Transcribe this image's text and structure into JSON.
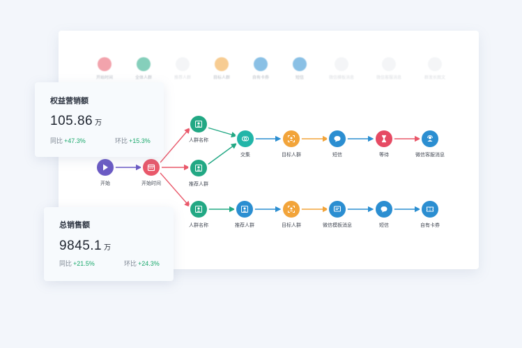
{
  "palette": [
    {
      "label": "开始时间",
      "color": "#e9586a",
      "icon": "calendar-icon"
    },
    {
      "label": "全体人群",
      "color": "#22a884",
      "icon": "user-icon"
    },
    {
      "label": "推荐人群",
      "color": "#cfd5dc",
      "icon": "user-icon"
    },
    {
      "label": "目标人群",
      "color": "#f2a43a",
      "icon": "target-icon"
    },
    {
      "label": "自有卡券",
      "color": "#2b8ed1",
      "icon": "ticket-icon"
    },
    {
      "label": "短信",
      "color": "#2b8ed1",
      "icon": "chat-icon"
    },
    {
      "label": "微信模板消息",
      "color": "#cfd5dc",
      "icon": "template-icon"
    },
    {
      "label": "微信客服消息",
      "color": "#cfd5dc",
      "icon": "service-icon"
    },
    {
      "label": "群发长图文",
      "color": "#cfd5dc",
      "icon": "article-icon"
    }
  ],
  "flow": {
    "start": {
      "label": "开始",
      "color": "#6b5bc4"
    },
    "start_time": {
      "label": "开始时间",
      "color": "#e9586a"
    },
    "top_crowd": {
      "label": "人群名称",
      "color": "#22a884"
    },
    "mid_crowd": {
      "label": "推荐人群",
      "color": "#22a884"
    },
    "intersect": {
      "label": "交集",
      "color": "#22b5a8"
    },
    "target_top": {
      "label": "目标人群",
      "color": "#f2a43a"
    },
    "sms_top": {
      "label": "短信",
      "color": "#2b8ed1"
    },
    "wait": {
      "label": "等待",
      "color": "#e64a63"
    },
    "wechat_service": {
      "label": "微信客服消息",
      "color": "#2b8ed1"
    },
    "bottom_crowd": {
      "label": "人群名称",
      "color": "#22a884"
    },
    "recommend_bottom": {
      "label": "推荐人群",
      "color": "#2b8ed1"
    },
    "target_bottom": {
      "label": "目标人群",
      "color": "#f2a43a"
    },
    "wechat_template": {
      "label": "微信模板消息",
      "color": "#2b8ed1"
    },
    "sms_bottom": {
      "label": "短信",
      "color": "#2b8ed1"
    },
    "coupon": {
      "label": "自有卡券",
      "color": "#2b8ed1"
    }
  },
  "metric1": {
    "title": "权益营销额",
    "value": "105.86",
    "unit": "万",
    "yoy_label": "同比",
    "yoy_value": "+47.3%",
    "mom_label": "环比",
    "mom_value": "+15.3%"
  },
  "metric2": {
    "title": "总销售额",
    "value": "9845.1",
    "unit": "万",
    "yoy_label": "同比",
    "yoy_value": "+21.5%",
    "mom_label": "环比",
    "mom_value": "+24.3%"
  },
  "colors": {
    "edge_red": "#e9586a",
    "edge_purple": "#6b5bc4",
    "edge_green": "#22a884",
    "edge_blue": "#2b8ed1",
    "edge_orange": "#f2a43a",
    "up": "#19a86b"
  }
}
